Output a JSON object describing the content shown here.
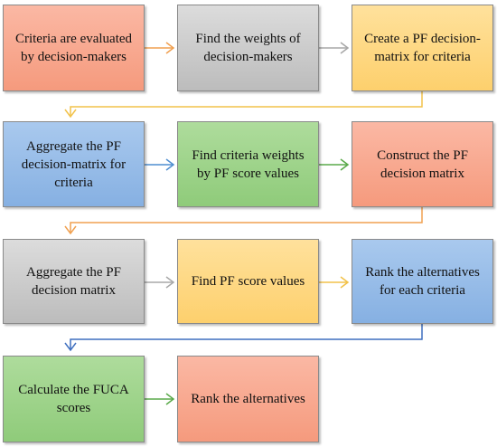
{
  "steps": [
    {
      "text": "Criteria are evaluated by decision-makers",
      "color": "#f8a88d"
    },
    {
      "text": "Find the weights of decision-makers",
      "color": "#c9c9c9"
    },
    {
      "text": "Create a PF decision-matrix for criteria",
      "color": "#fdd679"
    },
    {
      "text": "Aggregate the PF decision-matrix for criteria",
      "color": "#95bbe7"
    },
    {
      "text": "Find criteria weights by PF score values",
      "color": "#9dd289"
    },
    {
      "text": "Construct the PF decision matrix",
      "color": "#f8a88d"
    },
    {
      "text": "Aggregate the PF decision matrix",
      "color": "#c9c9c9"
    },
    {
      "text": "Find PF score values",
      "color": "#fdd679"
    },
    {
      "text": "Rank the alternatives for each criteria",
      "color": "#95bbe7"
    },
    {
      "text": "Calculate the FUCA scores",
      "color": "#9dd289"
    },
    {
      "text": "Rank the alternatives",
      "color": "#f8a88d"
    }
  ],
  "connector_colors": {
    "orange": "#f0a050",
    "gray": "#a8a8a8",
    "yellow": "#f2c24a",
    "blue": "#4f8ed0",
    "green": "#5aaa4a",
    "blue_dark": "#3f6fbf"
  }
}
